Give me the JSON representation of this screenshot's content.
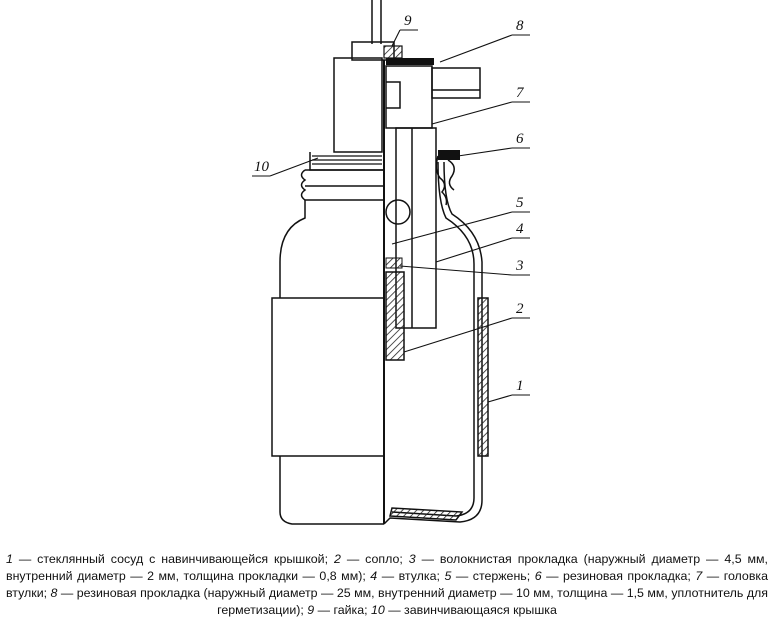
{
  "callouts": [
    "1",
    "2",
    "3",
    "4",
    "5",
    "6",
    "7",
    "8",
    "9",
    "10"
  ],
  "caption": [
    {
      "num": "1",
      "text": " — стеклянный сосуд с навинчивающейся крышкой; "
    },
    {
      "num": "2",
      "text": " — сопло; "
    },
    {
      "num": "3",
      "text": " — волокнистая прокладка (наружный диаметр — 4,5 мм, внутренний диаметр — 2 мм, толщина прокладки — 0,8 мм); "
    },
    {
      "num": "4",
      "text": " — втулка; "
    },
    {
      "num": "5",
      "text": " — стержень; "
    },
    {
      "num": "6",
      "text": " — резиновая прокладка; "
    },
    {
      "num": "7",
      "text": " — головка втулки; "
    },
    {
      "num": "8",
      "text": " — резиновая прокладка (наружный диаметр — 25 мм, внутренний диаметр — 10 мм, толщина — 1,5 мм, уплотнитель для герметизации); "
    },
    {
      "num": "9",
      "text": " — гайка; "
    },
    {
      "num": "10",
      "text": " — завинчивающаяся крышка"
    }
  ]
}
